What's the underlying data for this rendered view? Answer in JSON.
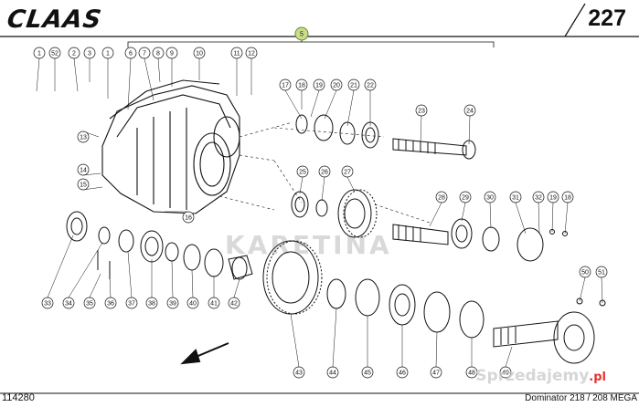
{
  "header": {
    "brand": "CLAAS",
    "page_number": "227"
  },
  "figure": {
    "group_marker": "5"
  },
  "footer": {
    "doc_id": "114280",
    "model": "Dominator 218 / 208 MEGA"
  },
  "watermarks": {
    "main": "KARETINA",
    "site": "Sprzedajemy",
    "site_suffix": ".pl",
    "site_suffix_color": "#e3342f"
  },
  "callouts": [
    "1",
    "52",
    "2",
    "3",
    "1",
    "6",
    "7",
    "8",
    "9",
    "10",
    "11",
    "12",
    "17",
    "18",
    "19",
    "20",
    "21",
    "22",
    "23",
    "24",
    "13",
    "14",
    "15",
    "16",
    "25",
    "26",
    "27",
    "28",
    "29",
    "30",
    "31",
    "32",
    "19",
    "18",
    "33",
    "34",
    "35",
    "36",
    "37",
    "38",
    "39",
    "40",
    "41",
    "42",
    "43",
    "44",
    "45",
    "46",
    "47",
    "48",
    "49",
    "50",
    "51"
  ]
}
